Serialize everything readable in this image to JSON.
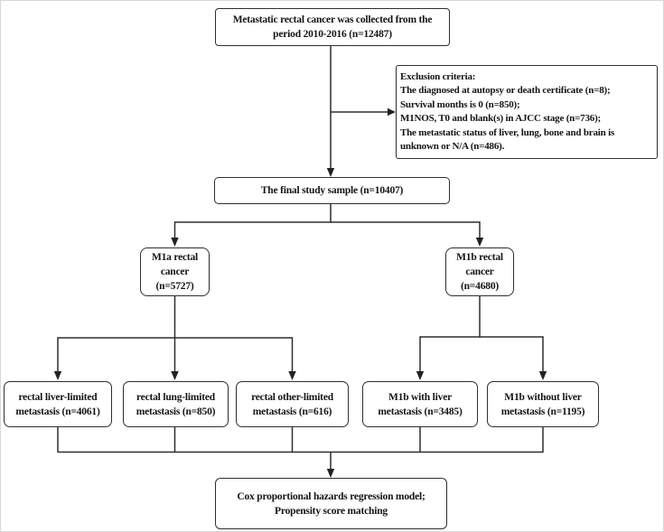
{
  "colors": {
    "line": "#2e2e2e",
    "box_border": "#2e2e2e",
    "text": "#141414",
    "background": "#ffffff",
    "page_border": "#d8d8d8"
  },
  "flowchart": {
    "source": {
      "lines": [
        "Metastatic rectal cancer was collected from the",
        "period 2010-2016 (n=12487)"
      ]
    },
    "exclusion": {
      "lines": [
        "Exclusion criteria:",
        "The diagnosed at autopsy or death certificate (n=8);",
        "Survival months is 0 (n=850);",
        "M1NOS, T0 and blank(s) in AJCC stage (n=736);",
        "The metastatic status of liver, lung, bone and brain is unknown or N/A (n=486)."
      ]
    },
    "final_sample": {
      "lines": [
        "The final study sample (n=10407)"
      ]
    },
    "m1a": {
      "lines": [
        "M1a rectal",
        "cancer",
        "(n=5727)"
      ]
    },
    "m1b": {
      "lines": [
        "M1b rectal",
        "cancer",
        "(n=4680)"
      ]
    },
    "liver_limited": {
      "lines": [
        "rectal liver-limited",
        "metastasis (n=4061)"
      ]
    },
    "lung_limited": {
      "lines": [
        "rectal lung-limited",
        "metastasis (n=850)"
      ]
    },
    "other_limited": {
      "lines": [
        "rectal other-limited",
        "metastasis (n=616)"
      ]
    },
    "m1b_with_liver": {
      "lines": [
        "M1b with liver",
        "metastasis (n=3485)"
      ]
    },
    "m1b_without_liver": {
      "lines": [
        "M1b without liver",
        "metastasis (n=1195)"
      ]
    },
    "analysis": {
      "lines": [
        "Cox proportional hazards regression model;",
        "Propensity score matching"
      ]
    }
  }
}
